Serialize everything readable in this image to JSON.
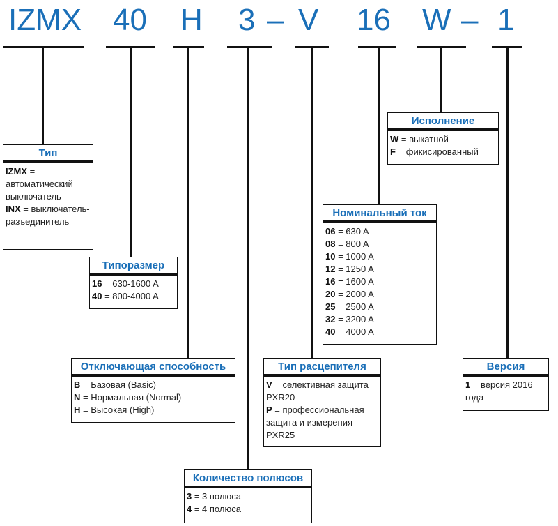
{
  "code": {
    "parts": [
      "IZMX",
      "40",
      "H",
      "3",
      "–",
      "V",
      "16",
      "W",
      "–",
      "1"
    ]
  },
  "boxes": {
    "type": {
      "title": "Тип",
      "rows": [
        {
          "code": "IZMX",
          "text": " = автоматический выключатель"
        },
        {
          "code": "INX",
          "text": " = выключатель-разъединитель"
        }
      ]
    },
    "size": {
      "title": "Типоразмер",
      "rows": [
        {
          "code": "16",
          "text": " = 630-1600 A"
        },
        {
          "code": "40",
          "text": " = 800-4000 A"
        }
      ]
    },
    "breaking": {
      "title": "Отключающая способность",
      "rows": [
        {
          "code": "B",
          "text": " = Базовая (Basic)"
        },
        {
          "code": "N",
          "text": " = Нормальная (Normal)"
        },
        {
          "code": "H",
          "text": " = Высокая (High)"
        }
      ]
    },
    "poles": {
      "title": "Количество полюсов",
      "rows": [
        {
          "code": "3",
          "text": " = 3 полюса"
        },
        {
          "code": "4",
          "text": " = 4 полюса"
        }
      ]
    },
    "trip": {
      "title": "Тип расцепителя",
      "rows": [
        {
          "code": "V",
          "text": " = селективная защита PXR20"
        },
        {
          "code": "P",
          "text": " = профессиональная защита и измерения PXR25"
        }
      ]
    },
    "current": {
      "title": "Номинальный ток",
      "rows": [
        {
          "code": "06",
          "text": " = 630 A"
        },
        {
          "code": "08",
          "text": " = 800 A"
        },
        {
          "code": "10",
          "text": " = 1000 A"
        },
        {
          "code": "12",
          "text": " = 1250 A"
        },
        {
          "code": "16",
          "text": " = 1600 A"
        },
        {
          "code": "20",
          "text": " = 2000 A"
        },
        {
          "code": "25",
          "text": " = 2500 A"
        },
        {
          "code": "32",
          "text": " = 3200 A"
        },
        {
          "code": "40",
          "text": " = 4000 A"
        }
      ]
    },
    "execution": {
      "title": "Исполнение",
      "rows": [
        {
          "code": "W",
          "text": " = выкатной"
        },
        {
          "code": "F",
          "text": " = фикисированный"
        }
      ]
    },
    "version": {
      "title": "Версия",
      "rows": [
        {
          "code": "1",
          "text": " = версия 2016 года"
        }
      ]
    }
  }
}
